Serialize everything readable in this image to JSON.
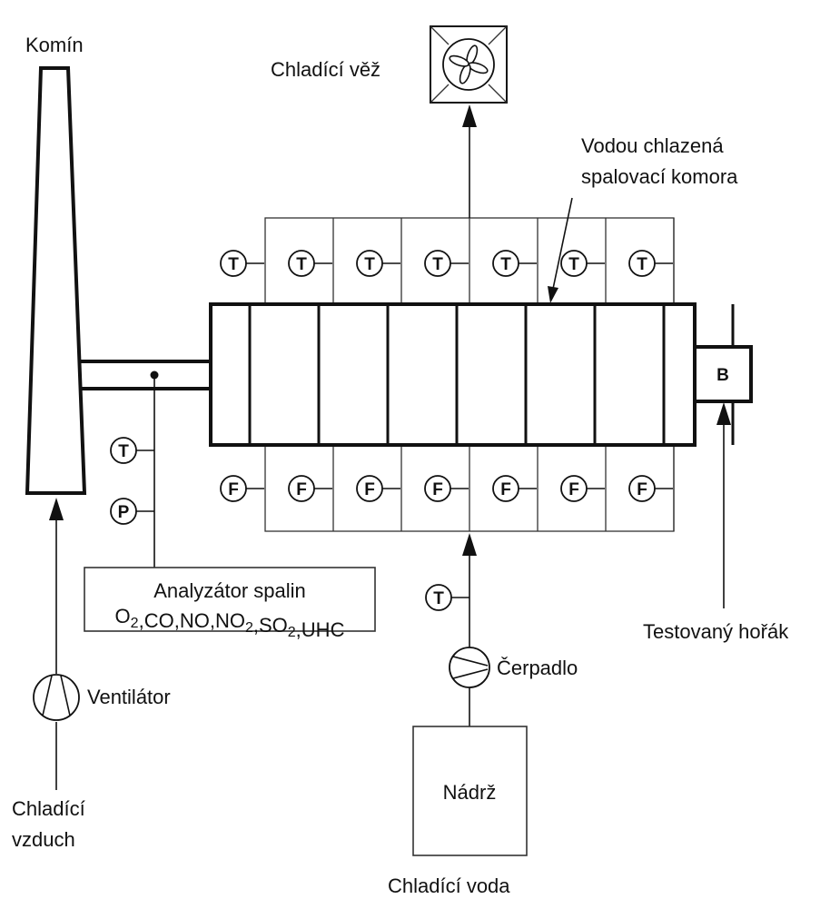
{
  "labels": {
    "chimney": "Komín",
    "cooling_tower": "Chladící věž",
    "chamber_line1": "Vodou chlazená",
    "chamber_line2": "spalovací komora",
    "analyzer_line1": "Analyzátor spalin",
    "analyzer_gases": [
      "O2",
      "CO",
      "NO",
      "NO2",
      "SO2",
      "UHC"
    ],
    "pump": "Čerpadlo",
    "tank": "Nádrž",
    "burner_box": "B",
    "burner_label": "Testovaný hořák",
    "fan": "Ventilátor",
    "cooling_air_line1": "Chladící",
    "cooling_air_line2": "vzduch",
    "cooling_water": "Chladící voda"
  },
  "sensors": {
    "temperature": "T",
    "flow": "F",
    "pressure": "P"
  },
  "section_count": 7,
  "colors": {
    "line": "#111111",
    "background": "#ffffff"
  }
}
